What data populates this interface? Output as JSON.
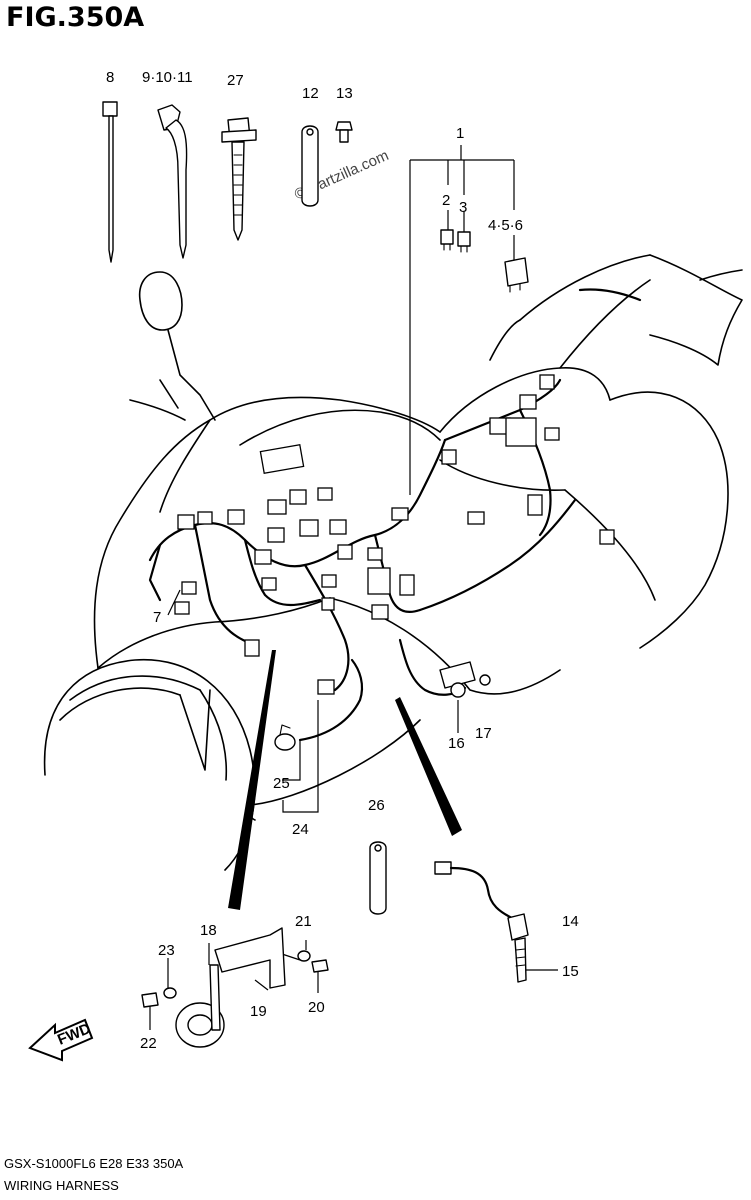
{
  "figure": {
    "title": "FIG.350A",
    "watermark": "© Partzilla.com",
    "model_code": "GSX-S1000FL6  E28  E33  350A",
    "section_name": "WIRING HARNESS"
  },
  "callouts": {
    "c1": "1",
    "c2": "2",
    "c3": "3",
    "c456": "4·5·6",
    "c7": "7",
    "c8": "8",
    "c91011": "9·10·11",
    "c12": "12",
    "c13": "13",
    "c14": "14",
    "c15": "15",
    "c16": "16",
    "c17": "17",
    "c18": "18",
    "c19": "19",
    "c20": "20",
    "c21": "21",
    "c22": "22",
    "c23": "23",
    "c24": "24",
    "c25": "25",
    "c26": "26",
    "c27": "27"
  },
  "direction_badge": "FWD"
}
